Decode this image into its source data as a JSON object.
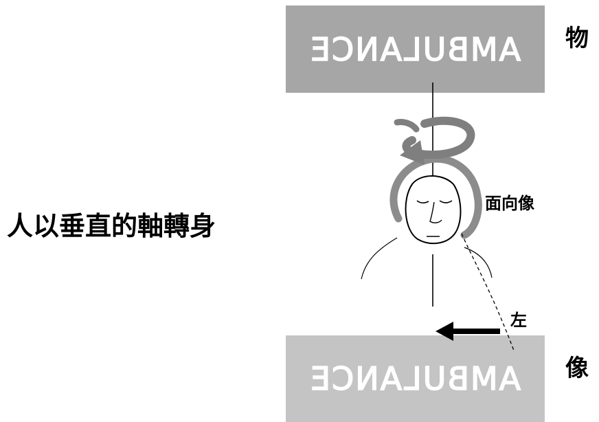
{
  "object_sign": {
    "text": "AMBULANCE",
    "fill_color": "#a6a6a6",
    "text_color": "#ffffff",
    "mirrored": true
  },
  "image_sign": {
    "text": "AMBULANCE",
    "fill_color": "#c4c4c4",
    "text_color": "#ffffff",
    "mirrored": true
  },
  "labels": {
    "object": "物",
    "image": "像",
    "caption": "人以垂直的軸轉身",
    "face_image": "面向像",
    "left": "左"
  },
  "colors": {
    "rotation_arrow": "#7f7f7f",
    "hair": "#8c8c8c",
    "line": "#000000"
  },
  "icons": [
    "rotation-arrow-icon",
    "person-head-icon",
    "left-arrow-icon"
  ]
}
